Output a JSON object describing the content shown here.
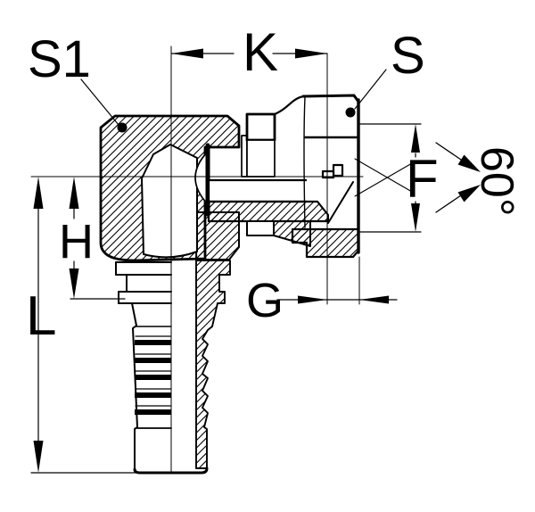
{
  "drawing": {
    "type": "technical-drawing",
    "subject": "90-degree elbow swivel hose fitting, half-section view",
    "labels": {
      "s1": "S1",
      "k": "K",
      "s": "S",
      "f": "F",
      "angle": "60°",
      "h": "H",
      "g": "G",
      "l": "L"
    },
    "colors": {
      "line": "#000000",
      "background": "#ffffff"
    }
  }
}
